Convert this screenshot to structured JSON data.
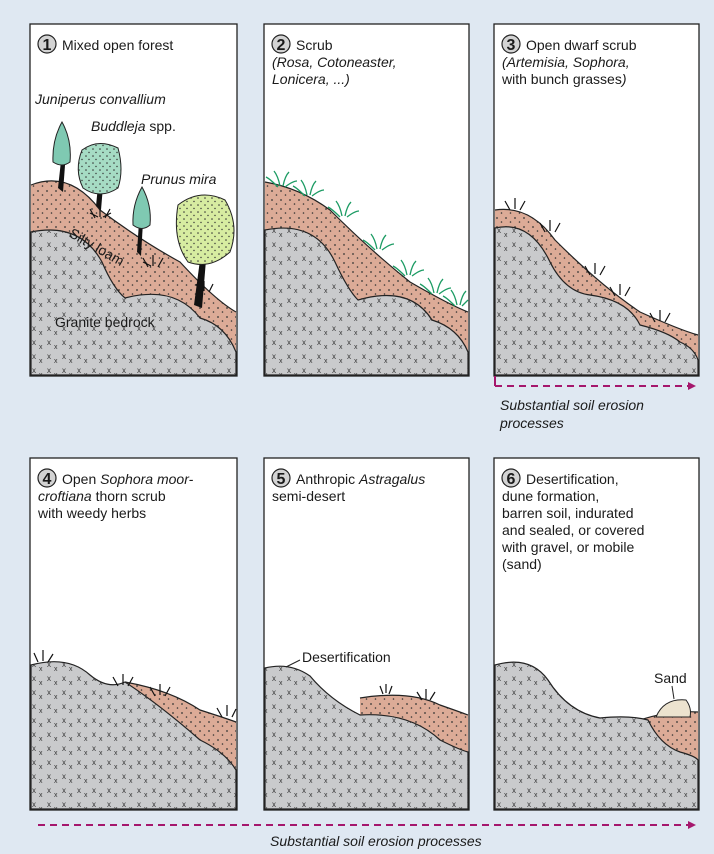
{
  "colors": {
    "background": "#dfe8f2",
    "bedrock": "#c9cacc",
    "soil": "#dcab97",
    "arrow": "#a5176d",
    "juniper": "#7fc9b2",
    "buddleja": "#a6dcc4",
    "prunus": "#d7eca1",
    "grass": "#1b9b63"
  },
  "panels": [
    {
      "number": "1",
      "lines": [
        [
          {
            "text": "Mixed open forest"
          }
        ]
      ]
    },
    {
      "number": "2",
      "lines": [
        [
          {
            "text": "Scrub"
          }
        ],
        [
          {
            "text": "(Rosa, Cotoneaster,",
            "italic": true
          }
        ],
        [
          {
            "text": "Lonicera, ...)",
            "italic": true
          }
        ]
      ]
    },
    {
      "number": "3",
      "lines": [
        [
          {
            "text": "Open dwarf scrub"
          }
        ],
        [
          {
            "text": "(Artemisia, Sophora,",
            "italic": true
          }
        ],
        [
          {
            "text": "with bunch grasses"
          },
          {
            "text": ")",
            "italic": true
          }
        ]
      ]
    },
    {
      "number": "4",
      "lines": [
        [
          {
            "text": "Open "
          },
          {
            "text": "Sophora moor-",
            "italic": true
          }
        ],
        [
          {
            "text": "croftiana",
            "italic": true
          },
          {
            "text": " thorn scrub"
          }
        ],
        [
          {
            "text": "with weedy herbs"
          }
        ]
      ]
    },
    {
      "number": "5",
      "lines": [
        [
          {
            "text": "Anthropic "
          },
          {
            "text": "Astragalus",
            "italic": true
          }
        ],
        [
          {
            "text": "semi-desert"
          }
        ]
      ]
    },
    {
      "number": "6",
      "lines": [
        [
          {
            "text": "Desertification,"
          }
        ],
        [
          {
            "text": "dune formation,"
          }
        ],
        [
          {
            "text": "barren soil, indurated"
          }
        ],
        [
          {
            "text": "and sealed, or covered"
          }
        ],
        [
          {
            "text": "with gravel, or mobile"
          }
        ],
        [
          {
            "text": "(sand)"
          }
        ]
      ]
    }
  ],
  "labels": {
    "juniperus": "Juniperus convallium",
    "buddleja_italic": "Buddleja",
    "buddleja_rest": " spp.",
    "prunus": "Prunus mira",
    "silty_loam": "Silty loam",
    "granite": "Granite bedrock",
    "desertification": "Desertification",
    "sand": "Sand"
  },
  "arrows": {
    "upper_label_line1": "Substantial soil erosion",
    "upper_label_line2": "processes",
    "lower_label": "Substantial soil erosion processes"
  }
}
